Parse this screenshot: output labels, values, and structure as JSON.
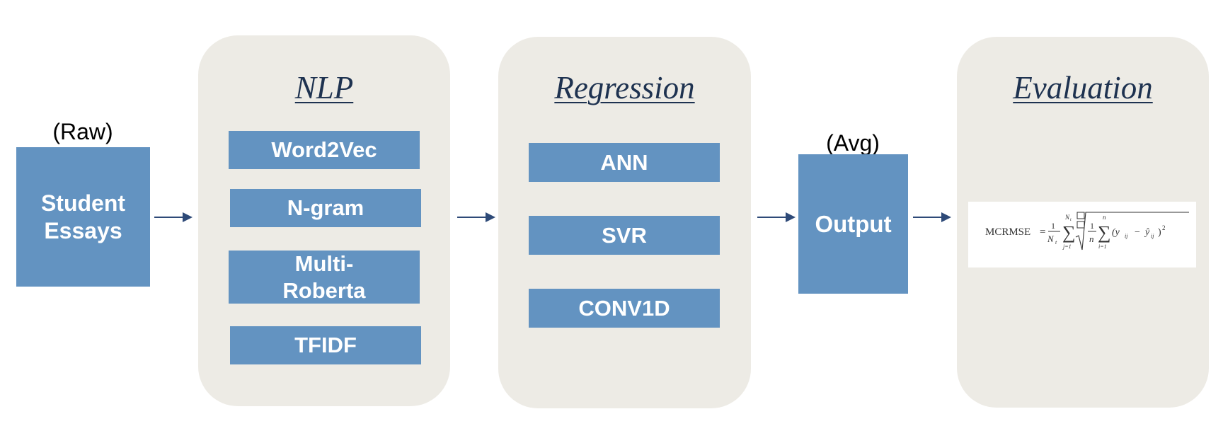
{
  "input": {
    "note": "(Raw)",
    "label": "Student Essays"
  },
  "nlp": {
    "title": "NLP",
    "items": [
      "Word2Vec",
      "N-gram",
      "Multi-Roberta",
      "TFIDF"
    ]
  },
  "regression": {
    "title": "Regression",
    "items": [
      "ANN",
      "SVR",
      "CONV1D"
    ]
  },
  "output": {
    "note": "(Avg)",
    "label": "Output"
  },
  "evaluation": {
    "title": "Evaluation",
    "formula": {
      "lhs": "MCRMSE",
      "eq": "=",
      "one": "1",
      "nt": "N",
      "nt_sub": "t",
      "sum_upper": "N",
      "sum_upper_sub": "t",
      "sum_lower": "j=1",
      "inner_one": "1",
      "inner_n": "n",
      "sum2_upper": "n",
      "sum2_lower": "i=1",
      "term": "(y",
      "term_sub": "ij",
      "minus": "−",
      "yhat": "ŷ",
      "yhat_sub": "ij",
      "close": ")",
      "power": "2"
    }
  },
  "colors": {
    "panel": "#edebe5",
    "box": "#6393c1",
    "title": "#1e3250",
    "arrow": "#2e4a78"
  }
}
